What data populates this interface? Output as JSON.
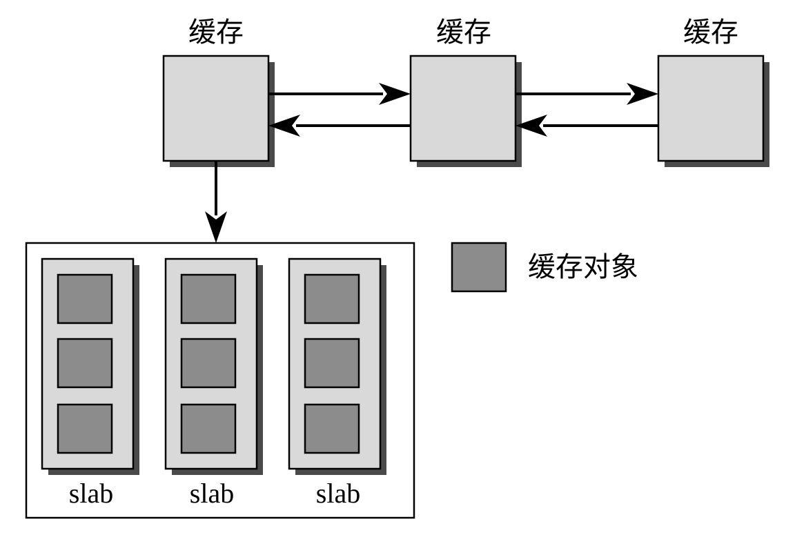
{
  "caches": [
    {
      "label": "缓存"
    },
    {
      "label": "缓存"
    },
    {
      "label": "缓存"
    }
  ],
  "slabs": [
    {
      "label": "slab",
      "objects": 3
    },
    {
      "label": "slab",
      "objects": 3
    },
    {
      "label": "slab",
      "objects": 3
    }
  ],
  "legend": {
    "label": "缓存对象"
  },
  "colors": {
    "cache_fill": "#d9d9d9",
    "object_fill": "#8c8c8c",
    "shadow": "#4a4a4a",
    "stroke": "#000000"
  }
}
